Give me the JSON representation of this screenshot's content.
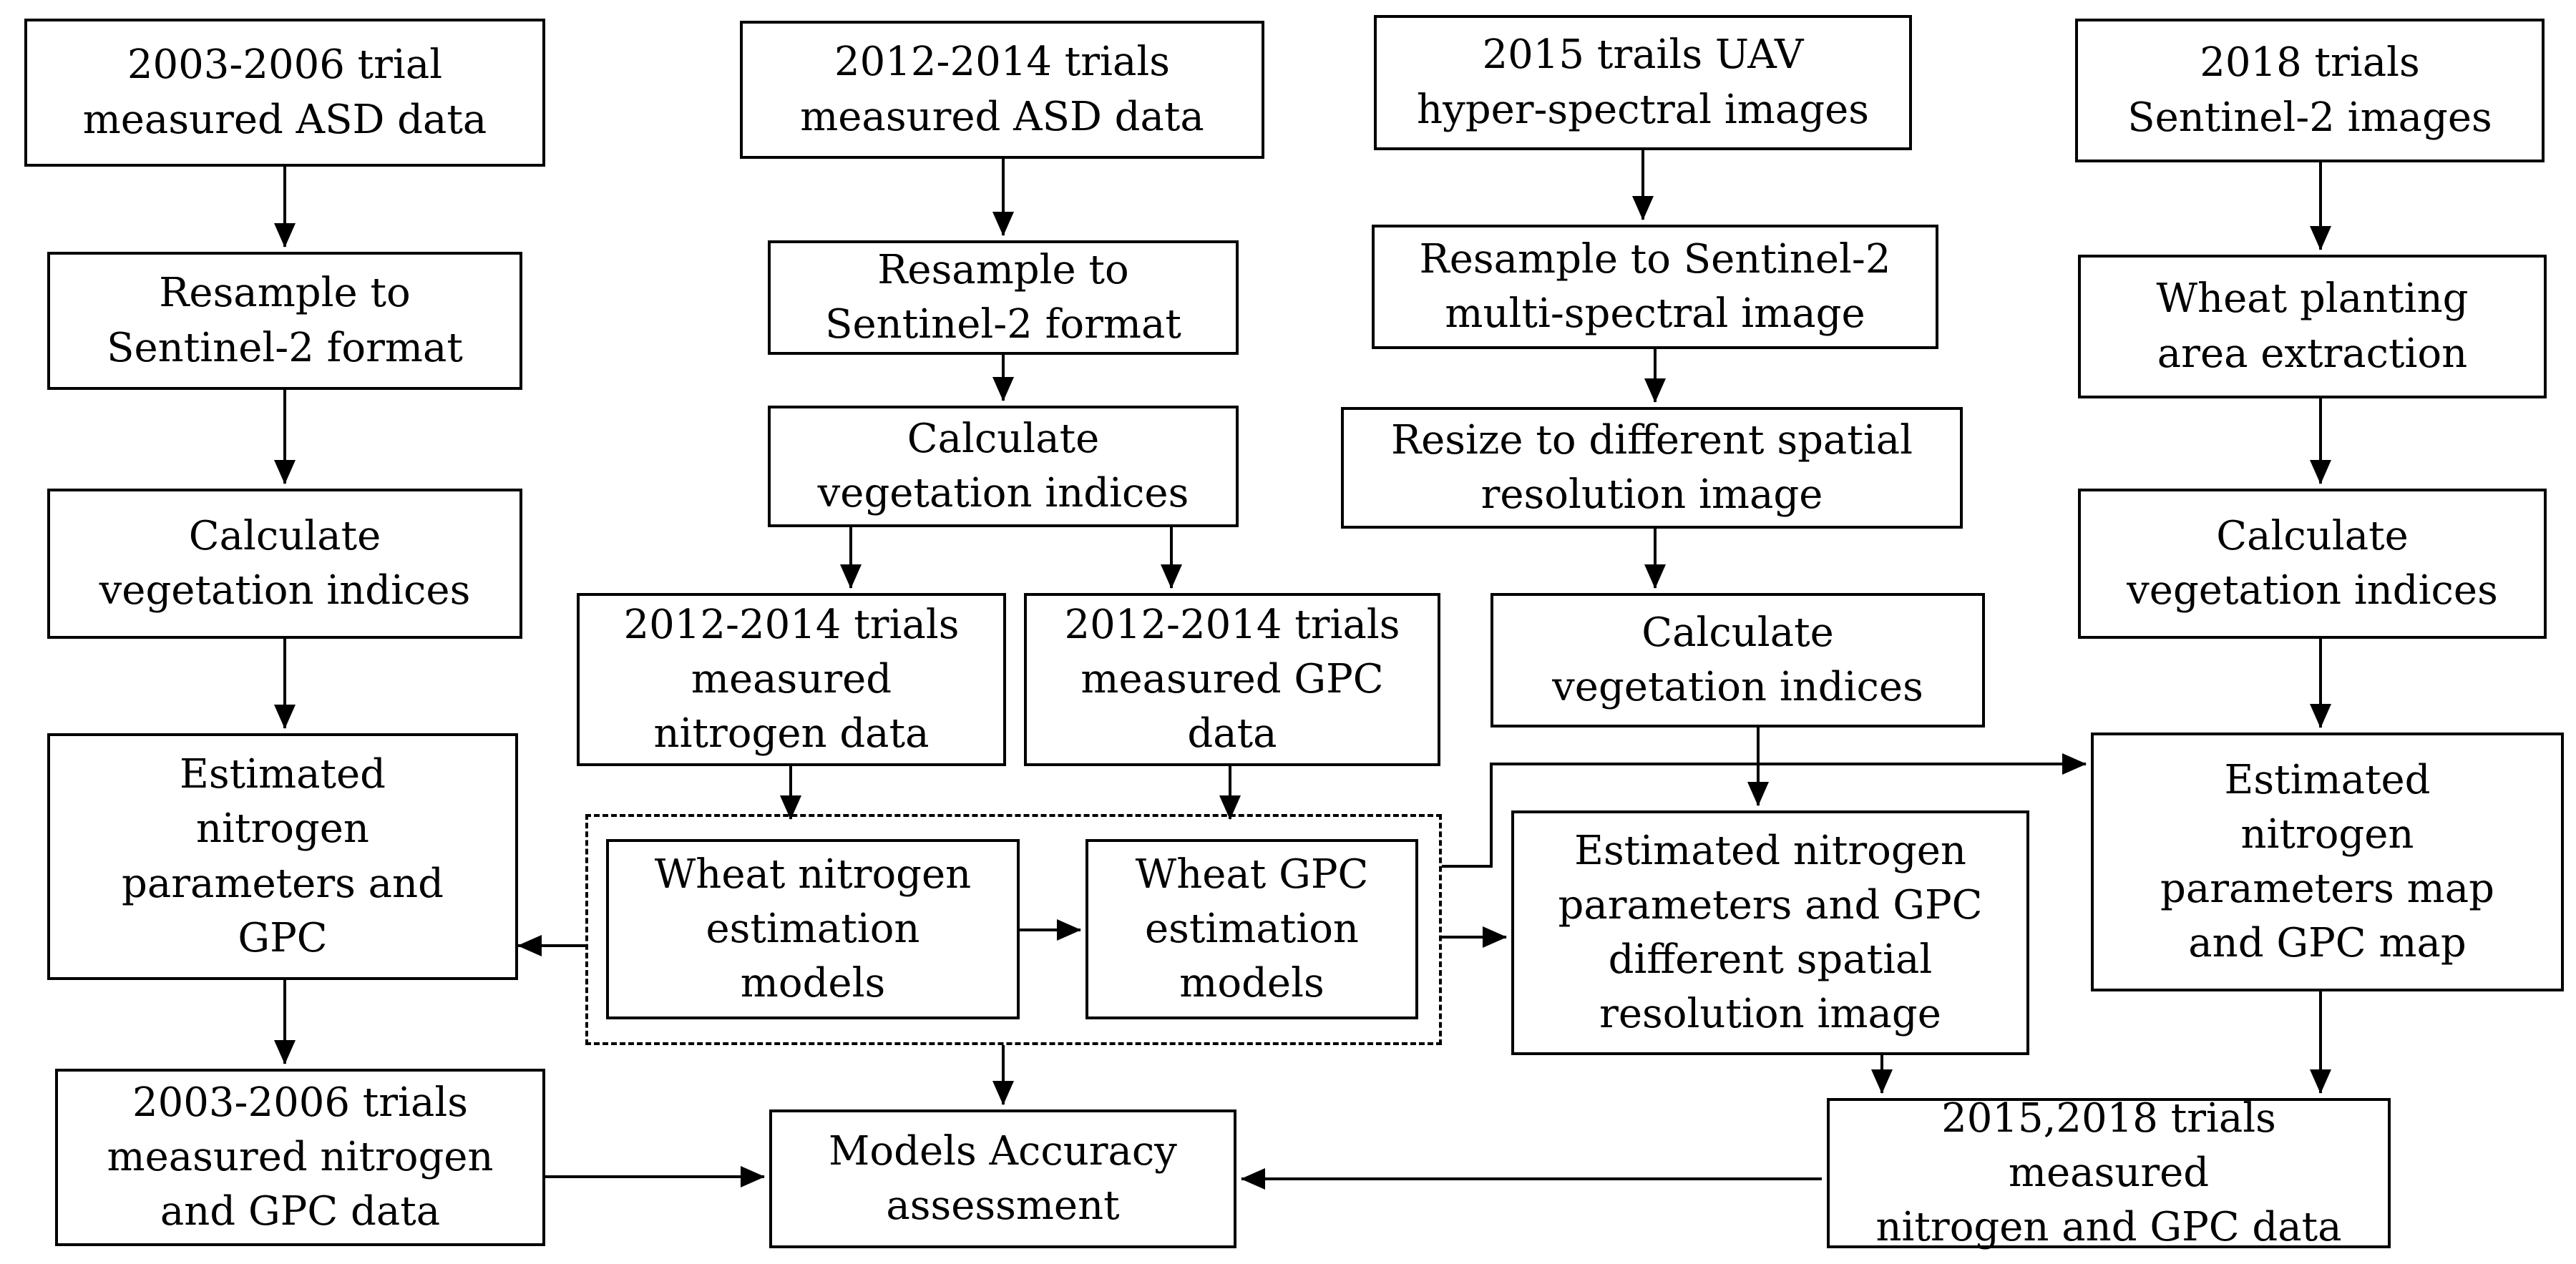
{
  "nodes": {
    "asd_2003": "2003-2006 trial\nmeasured  ASD data",
    "resample_2003": "Resample  to\nSentinel-2  format",
    "vi_2003": "Calculate\nvegetation  indices",
    "est_2003": "Estimated\nnitrogen\nparameters  and\nGPC",
    "meas_2003": "2003-2006 trials\nmeasured  nitrogen\nand GPC data",
    "asd_2012": "2012-2014 trials\nmeasured  ASD data",
    "resample_2012": "Resample  to\nSentinel-2  format",
    "vi_2012": "Calculate\nvegetation  indices",
    "meas_n_2012": "2012-2014 trials\nmeasured\nnitrogen  data",
    "meas_gpc_2012": "2012-2014 trials\nmeasured  GPC\ndata",
    "n_model": "Wheat  nitrogen\nestimation\nmodels",
    "gpc_model": "Wheat  GPC\nestimation\nmodels",
    "accuracy": "Models  Accuracy\nassessment",
    "uav_2015": "2015  trails  UAV\nhyper-spectral  images",
    "resample_2015": "Resample  to Sentinel-2\nmulti-spectral  image",
    "resize_2015": "Resize to different  spatial\nresolution    image",
    "vi_2015": "Calculate\nvegetation  indices",
    "est_2015": "Estimated  nitrogen\nparameters  and GPC\ndifferent  spatial\nresolution    image",
    "meas_2015_2018": "2015,2018 trials  measured\nnitrogen  and GPC data",
    "s2_2018": "2018  trials\nSentinel-2  images",
    "wheat_area": "Wheat  planting\narea extraction",
    "vi_2018": "Calculate\nvegetation  indices",
    "est_2018": "Estimated\nnitrogen\nparameters  map\nand GPC map"
  }
}
